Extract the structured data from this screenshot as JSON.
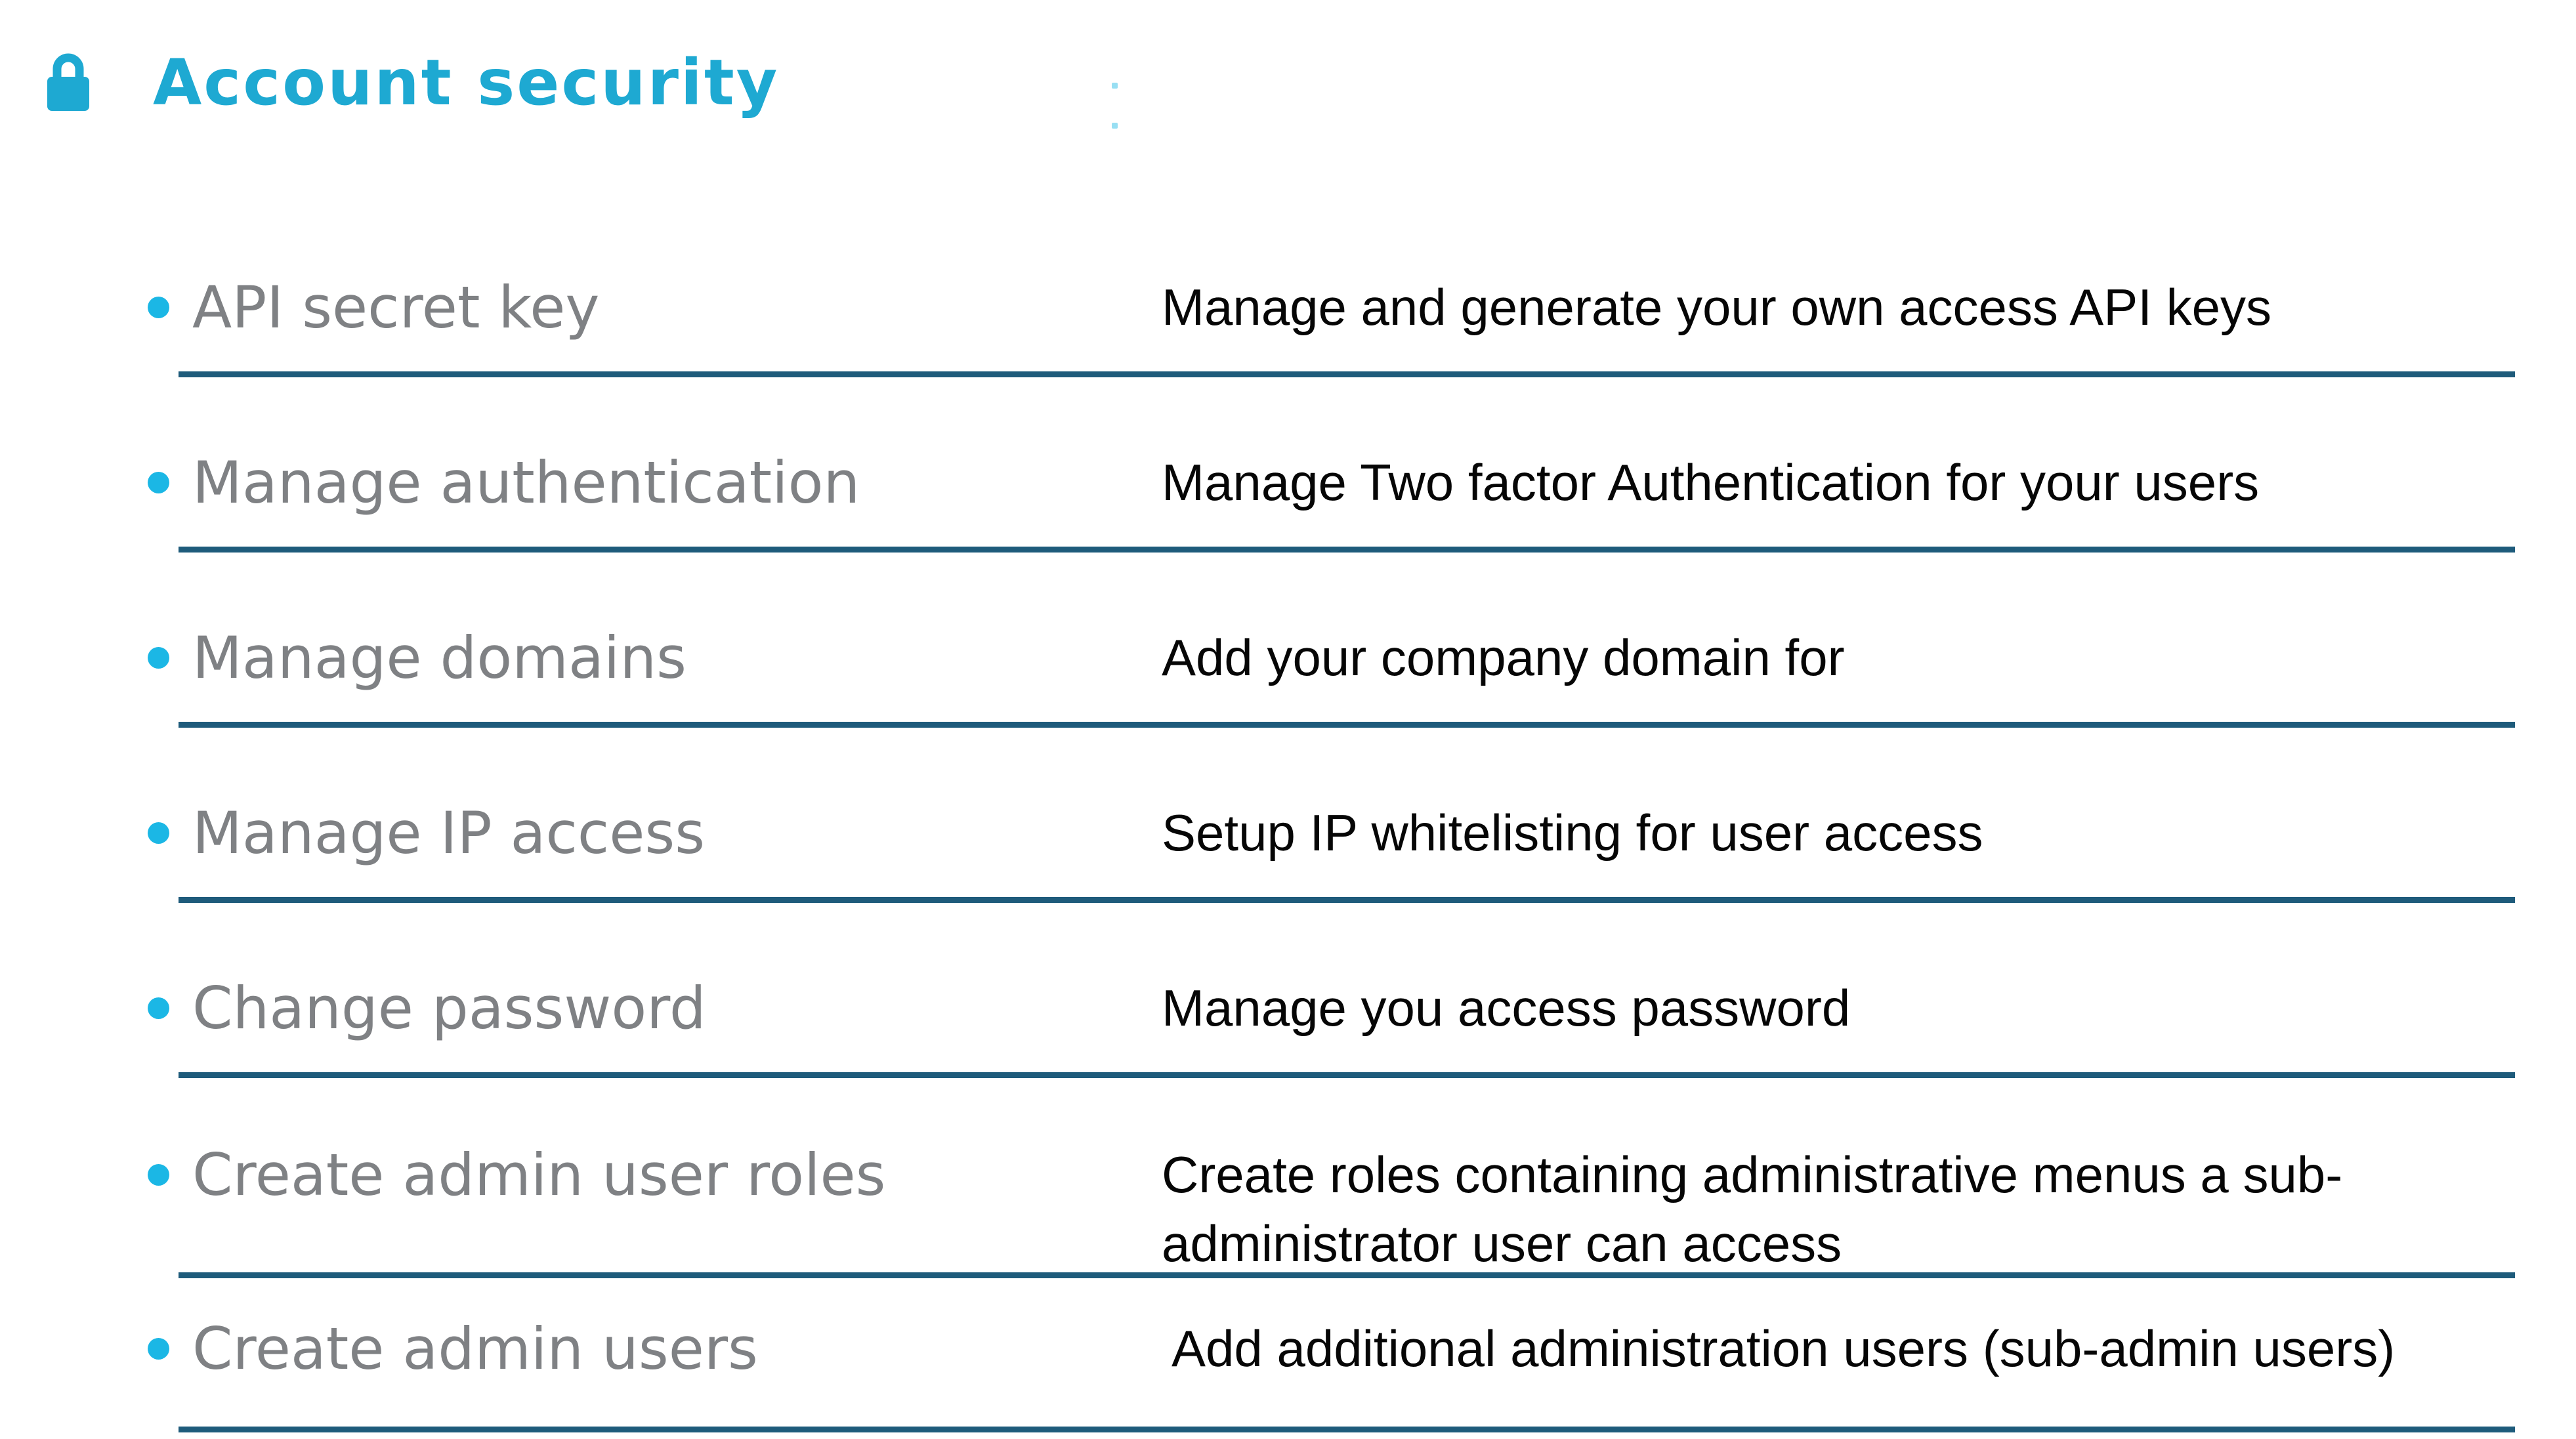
{
  "header": {
    "title": "Account security",
    "icon": "lock-icon"
  },
  "colors": {
    "accent": "#1EA9D2",
    "bullet": "#1BB7E5",
    "separator": "#1E5B7B",
    "label": "#7F8184",
    "description": "#060606",
    "background": "#FFFFFF"
  },
  "items": [
    {
      "label": "API secret key",
      "description": "Manage and generate your own access API keys"
    },
    {
      "label": "Manage authentication",
      "description": "Manage Two factor Authentication for your users"
    },
    {
      "label": "Manage domains",
      "description": "Add your company domain for"
    },
    {
      "label": "Manage IP access",
      "description": "Setup IP whitelisting for user access"
    },
    {
      "label": "Change password",
      "description": "Manage you access password"
    },
    {
      "label": "Create admin user roles",
      "description": "Create roles containing administrative menus a sub-administrator user can access"
    },
    {
      "label": "Create admin users",
      "description": "Add additional administration users (sub-admin users)"
    }
  ]
}
